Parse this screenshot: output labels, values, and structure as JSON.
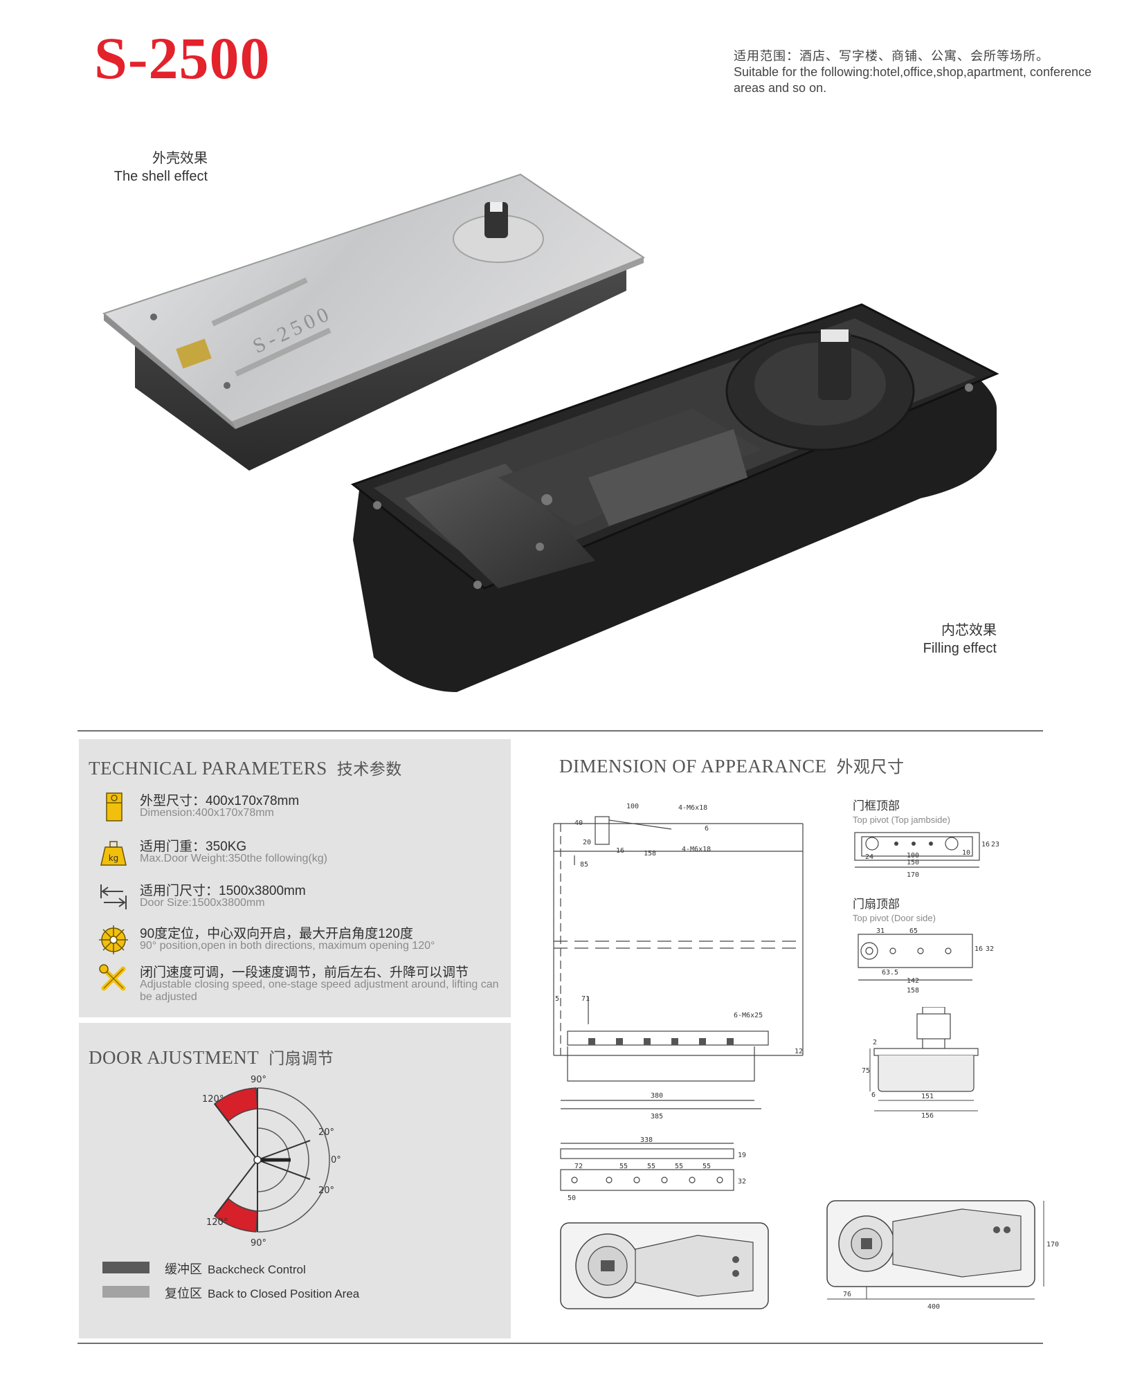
{
  "header": {
    "model": "S-2500",
    "suitable_cn": "适用范围：酒店、写字楼、商铺、公寓、会所等场所。",
    "suitable_en": "Suitable for the following:hotel,office,shop,apartment, conference areas and so on."
  },
  "photos": {
    "shell_cn": "外壳效果",
    "shell_en": "The shell effect",
    "filling_cn": "内芯效果",
    "filling_en": "Filling effect",
    "plate_engraving": "S-2500"
  },
  "technical": {
    "title_en": "TECHNICAL PARAMETERS",
    "title_cn": "技术参数",
    "items": [
      {
        "icon": "dimension-icon",
        "cn": "外型尺寸：400x170x78mm",
        "en": "Dimension:400x170x78mm"
      },
      {
        "icon": "weight-icon",
        "icon_text": "kg",
        "cn": "适用门重：350KG",
        "en": "Max.Door Weight:350the following(kg)"
      },
      {
        "icon": "door-size-icon",
        "cn": "适用门尺寸：1500x3800mm",
        "en": "Door Size:1500x3800mm"
      },
      {
        "icon": "angle-icon",
        "cn": "90度定位，中心双向开启，最大开启角度120度",
        "en": "90° position,open in both directions, maximum opening  120°"
      },
      {
        "icon": "tools-icon",
        "cn": "闭门速度可调，一段速度调节，前后左右、升降可以调节",
        "en": "Adjustable closing speed, one-stage speed adjustment around, lifting can be adjusted"
      }
    ]
  },
  "door": {
    "title_en": "DOOR AJUSTMENT",
    "title_cn": "门扇调节",
    "angles": {
      "top": "90°",
      "upper_left": "120°",
      "upper_right": "20°",
      "right": "0°",
      "lower_right": "20°",
      "lower_left": "120°",
      "bottom": "90°"
    },
    "legend": [
      {
        "cn": "缓冲区",
        "en": "Backcheck Control",
        "color": "#5a5a5a"
      },
      {
        "cn": "复位区",
        "en": "Back to Closed Position Area",
        "color": "#a3a3a3"
      }
    ],
    "colors": {
      "backcheck": "#d6202a"
    }
  },
  "dimension": {
    "title_en": "DIMENSION OF APPEARANCE",
    "title_cn": "外观尺寸",
    "jamb_cn": "门框顶部",
    "jamb_en": "Top pivot (Top jambside)",
    "door_cn": "门扇顶部",
    "door_en": "Top pivot (Door side)",
    "labels": {
      "d100a": "100",
      "m6x18a": "4-M6x18",
      "d40": "40",
      "d6": "6",
      "d20": "20",
      "d16": "16",
      "d158a": "158",
      "m6x18b": "4-M6x18",
      "d85": "85",
      "d5": "5",
      "d71": "71",
      "m6x25": "6-M6x25",
      "d12": "12",
      "d380": "380",
      "d385": "385",
      "d338": "338",
      "d19": "19",
      "d72": "72",
      "d55a": "55",
      "d55b": "55",
      "d55c": "55",
      "d55d": "55",
      "d32a": "32",
      "d50": "50",
      "j24": "24",
      "j100": "100",
      "j150": "150",
      "j170": "170",
      "j16": "16",
      "j23": "23",
      "j10": "10",
      "p31": "31",
      "p65": "65",
      "p635": "63.5",
      "p142": "142",
      "p158": "158",
      "p16": "16",
      "p32": "32",
      "s2": "2",
      "s75": "75",
      "s6": "6",
      "s151": "151",
      "s156": "156",
      "b170": "170",
      "b76": "76",
      "b400": "400"
    }
  }
}
